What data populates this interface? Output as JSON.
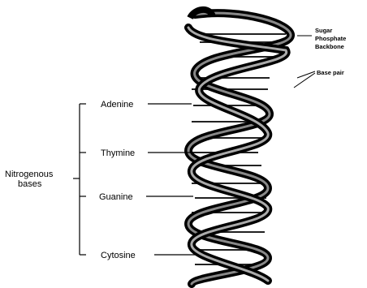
{
  "group_label": [
    "Nitrogenous",
    "bases"
  ],
  "bases": [
    "Adenine",
    "Thymine",
    "Guanine",
    "Cytosine"
  ],
  "backbone_label": [
    "Sugar",
    "Phosphate",
    "Backbone"
  ],
  "base_pair_label": "Base pair"
}
